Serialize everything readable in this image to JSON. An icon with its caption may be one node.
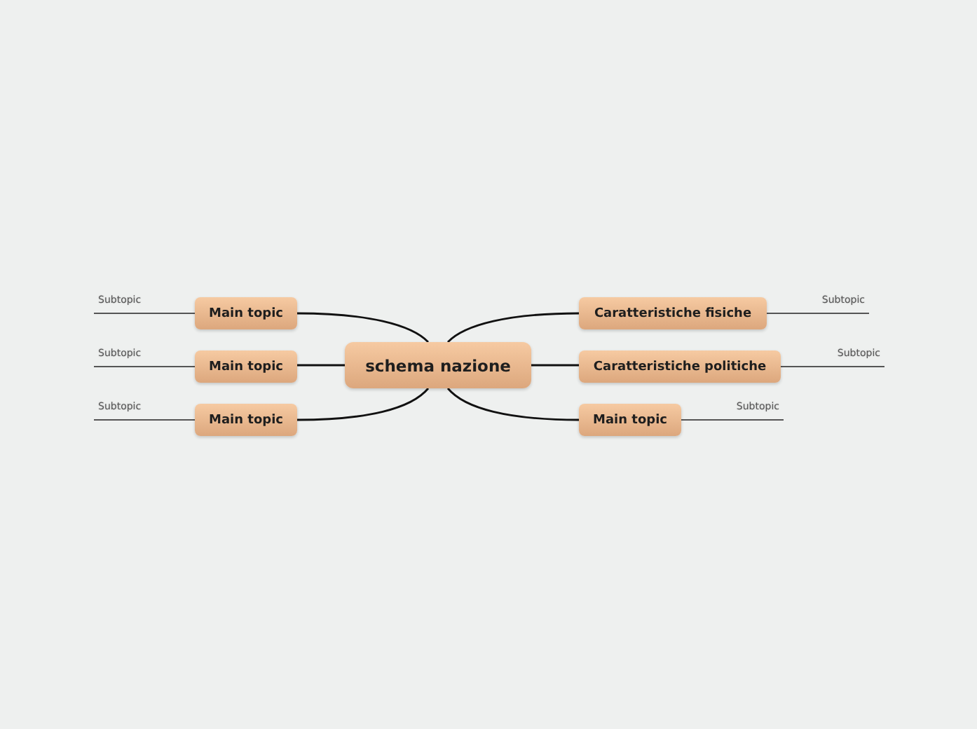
{
  "diagram": {
    "nodes": [
      {
        "text": [
          "schema nazione"
        ]
      },
      {
        "text": [
          "Main topic"
        ]
      },
      {
        "text": [
          "Main topic"
        ]
      },
      {
        "text": [
          "Main topic"
        ]
      },
      {
        "text": [
          "Caratteristiche fisiche"
        ]
      },
      {
        "text": [
          "Caratteristiche politiche"
        ]
      },
      {
        "text": [
          "Main topic"
        ]
      },
      {
        "text": [
          "Subtopic"
        ]
      },
      {
        "text": [
          "Subtopic"
        ]
      },
      {
        "text": [
          "Subtopic"
        ]
      },
      {
        "text": [
          "Subtopic"
        ]
      },
      {
        "text": [
          "Subtopic"
        ]
      },
      {
        "text": [
          "Subtopic"
        ]
      }
    ],
    "edges": [
      {
        "from": 0,
        "to": 1,
        "arrow": "none"
      },
      {
        "from": 0,
        "to": 2,
        "arrow": "none"
      },
      {
        "from": 0,
        "to": 3,
        "arrow": "none"
      },
      {
        "from": 0,
        "to": 4,
        "arrow": "none"
      },
      {
        "from": 0,
        "to": 5,
        "arrow": "none"
      },
      {
        "from": 0,
        "to": 6,
        "arrow": "none"
      },
      {
        "from": 1,
        "to": 7,
        "arrow": "none"
      },
      {
        "from": 2,
        "to": 8,
        "arrow": "none"
      },
      {
        "from": 3,
        "to": 9,
        "arrow": "none"
      },
      {
        "from": 4,
        "to": 10,
        "arrow": "none"
      },
      {
        "from": 5,
        "to": 11,
        "arrow": "none"
      },
      {
        "from": 6,
        "to": 12,
        "arrow": "none"
      }
    ]
  }
}
